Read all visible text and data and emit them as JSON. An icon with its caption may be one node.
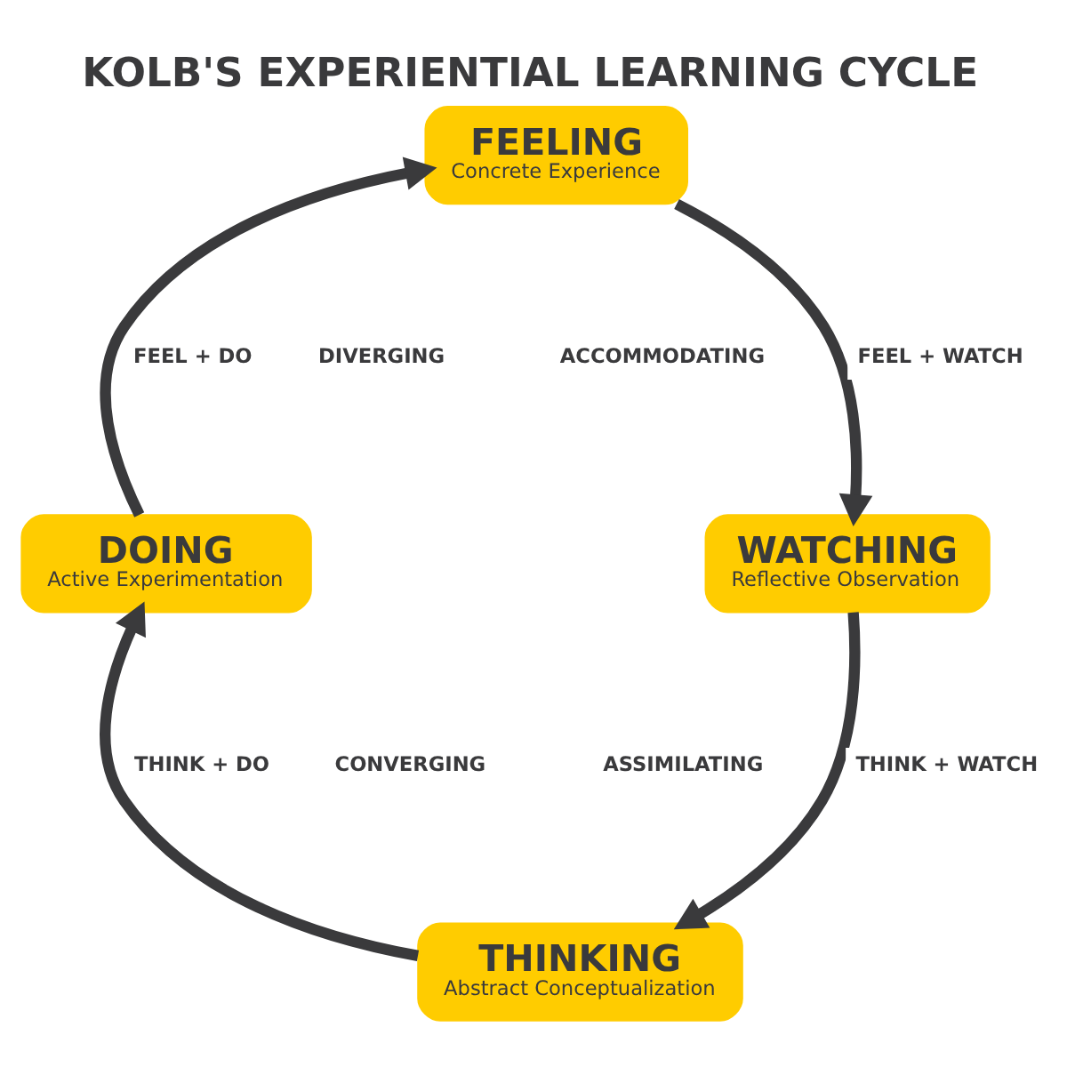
{
  "diagram": {
    "title": "KOLB'S EXPERIENTIAL LEARNING CYCLE",
    "nodes": [
      {
        "text": [
          "FEELING",
          "Concrete Experience"
        ]
      },
      {
        "text": [
          "WATCHING",
          "Reflective Observation"
        ]
      },
      {
        "text": [
          "THINKING",
          "Abstract Conceptualization"
        ]
      },
      {
        "text": [
          "DOING",
          "Active Experimentation"
        ]
      }
    ],
    "edges": [
      {
        "from": 3,
        "to": 0,
        "arrow": "to",
        "label": "FEEL + DO"
      },
      {
        "from": 0,
        "to": 1,
        "arrow": "to",
        "label": "FEEL + WATCH"
      },
      {
        "from": 1,
        "to": 2,
        "arrow": "to",
        "label": "THINK + WATCH"
      },
      {
        "from": 2,
        "to": 3,
        "arrow": "to",
        "label": "THINK + DO"
      }
    ],
    "labels": [
      "ACCOMMODATING",
      "DIVERGING",
      "CONVERGING",
      "ASSIMILATING"
    ]
  }
}
